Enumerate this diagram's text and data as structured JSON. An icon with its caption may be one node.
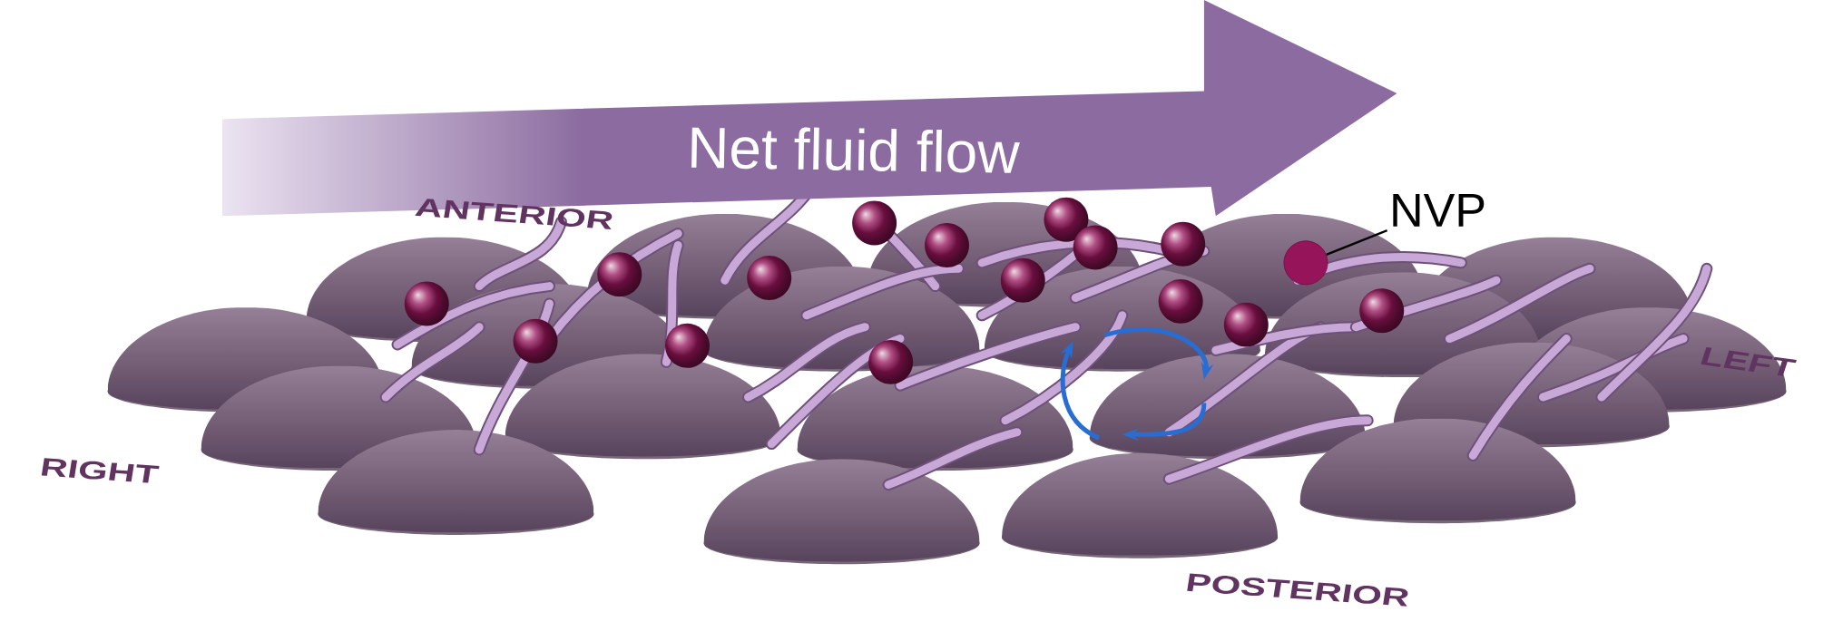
{
  "diagram": {
    "nodes": [
      {
        "text": [
          "NVP"
        ]
      },
      {
        "text": [],
        "shape": "circle"
      }
    ],
    "edges": [
      {
        "from": 0,
        "to": 1,
        "arrow": "none"
      }
    ],
    "labels": [
      "Net fluid flow",
      "ANTERIOR",
      "RIGHT",
      "LEFT",
      "POSTERIOR"
    ]
  }
}
